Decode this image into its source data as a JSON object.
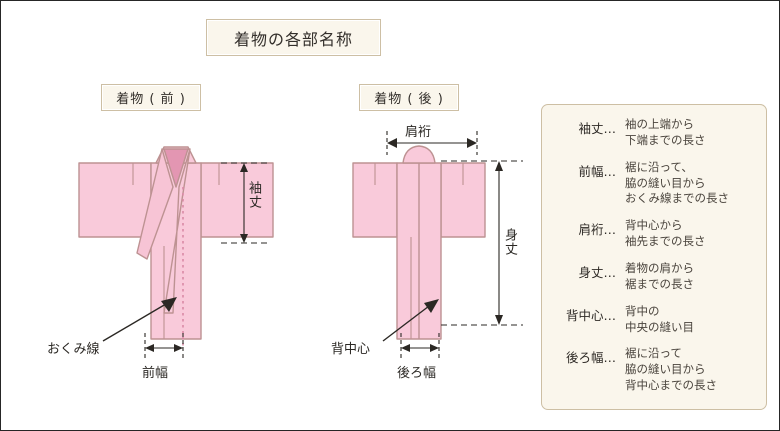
{
  "main_title": "着物の各部名称",
  "figures": {
    "front": {
      "heading": "着物 ( 前 )",
      "measure_sleeve_length": "袖丈",
      "measure_front_width": "前幅",
      "callout_okumi_line": "おくみ線"
    },
    "back": {
      "heading": "着物 ( 後 )",
      "measure_shoulder_sleeve": "肩裄",
      "measure_body_length": "身丈",
      "measure_back_width": "後ろ幅",
      "callout_center_back": "背中心"
    }
  },
  "legend": {
    "entries": [
      {
        "term": "袖丈…",
        "desc": "袖の上端から\n下端までの長さ"
      },
      {
        "term": "前幅…",
        "desc": "裾に沿って、\n脇の縫い目から\nおくみ線までの長さ"
      },
      {
        "term": "肩裄…",
        "desc": "背中心から\n袖先までの長さ"
      },
      {
        "term": "身丈…",
        "desc": "着物の肩から\n裾までの長さ"
      },
      {
        "term": "背中心…",
        "desc": "背中の\n中央の縫い目"
      },
      {
        "term": "後ろ幅…",
        "desc": "裾に沿って\n脇の縫い目から\n背中心までの長さ"
      }
    ]
  },
  "colors": {
    "fabric": "#f9cada",
    "fabric_dark": "#e396b2",
    "fabric_stroke": "#bd9292",
    "panel_bg": "#faf6ec",
    "panel_border": "#cdbfa4",
    "ink": "#2b2824",
    "frame_border": "#262626"
  }
}
